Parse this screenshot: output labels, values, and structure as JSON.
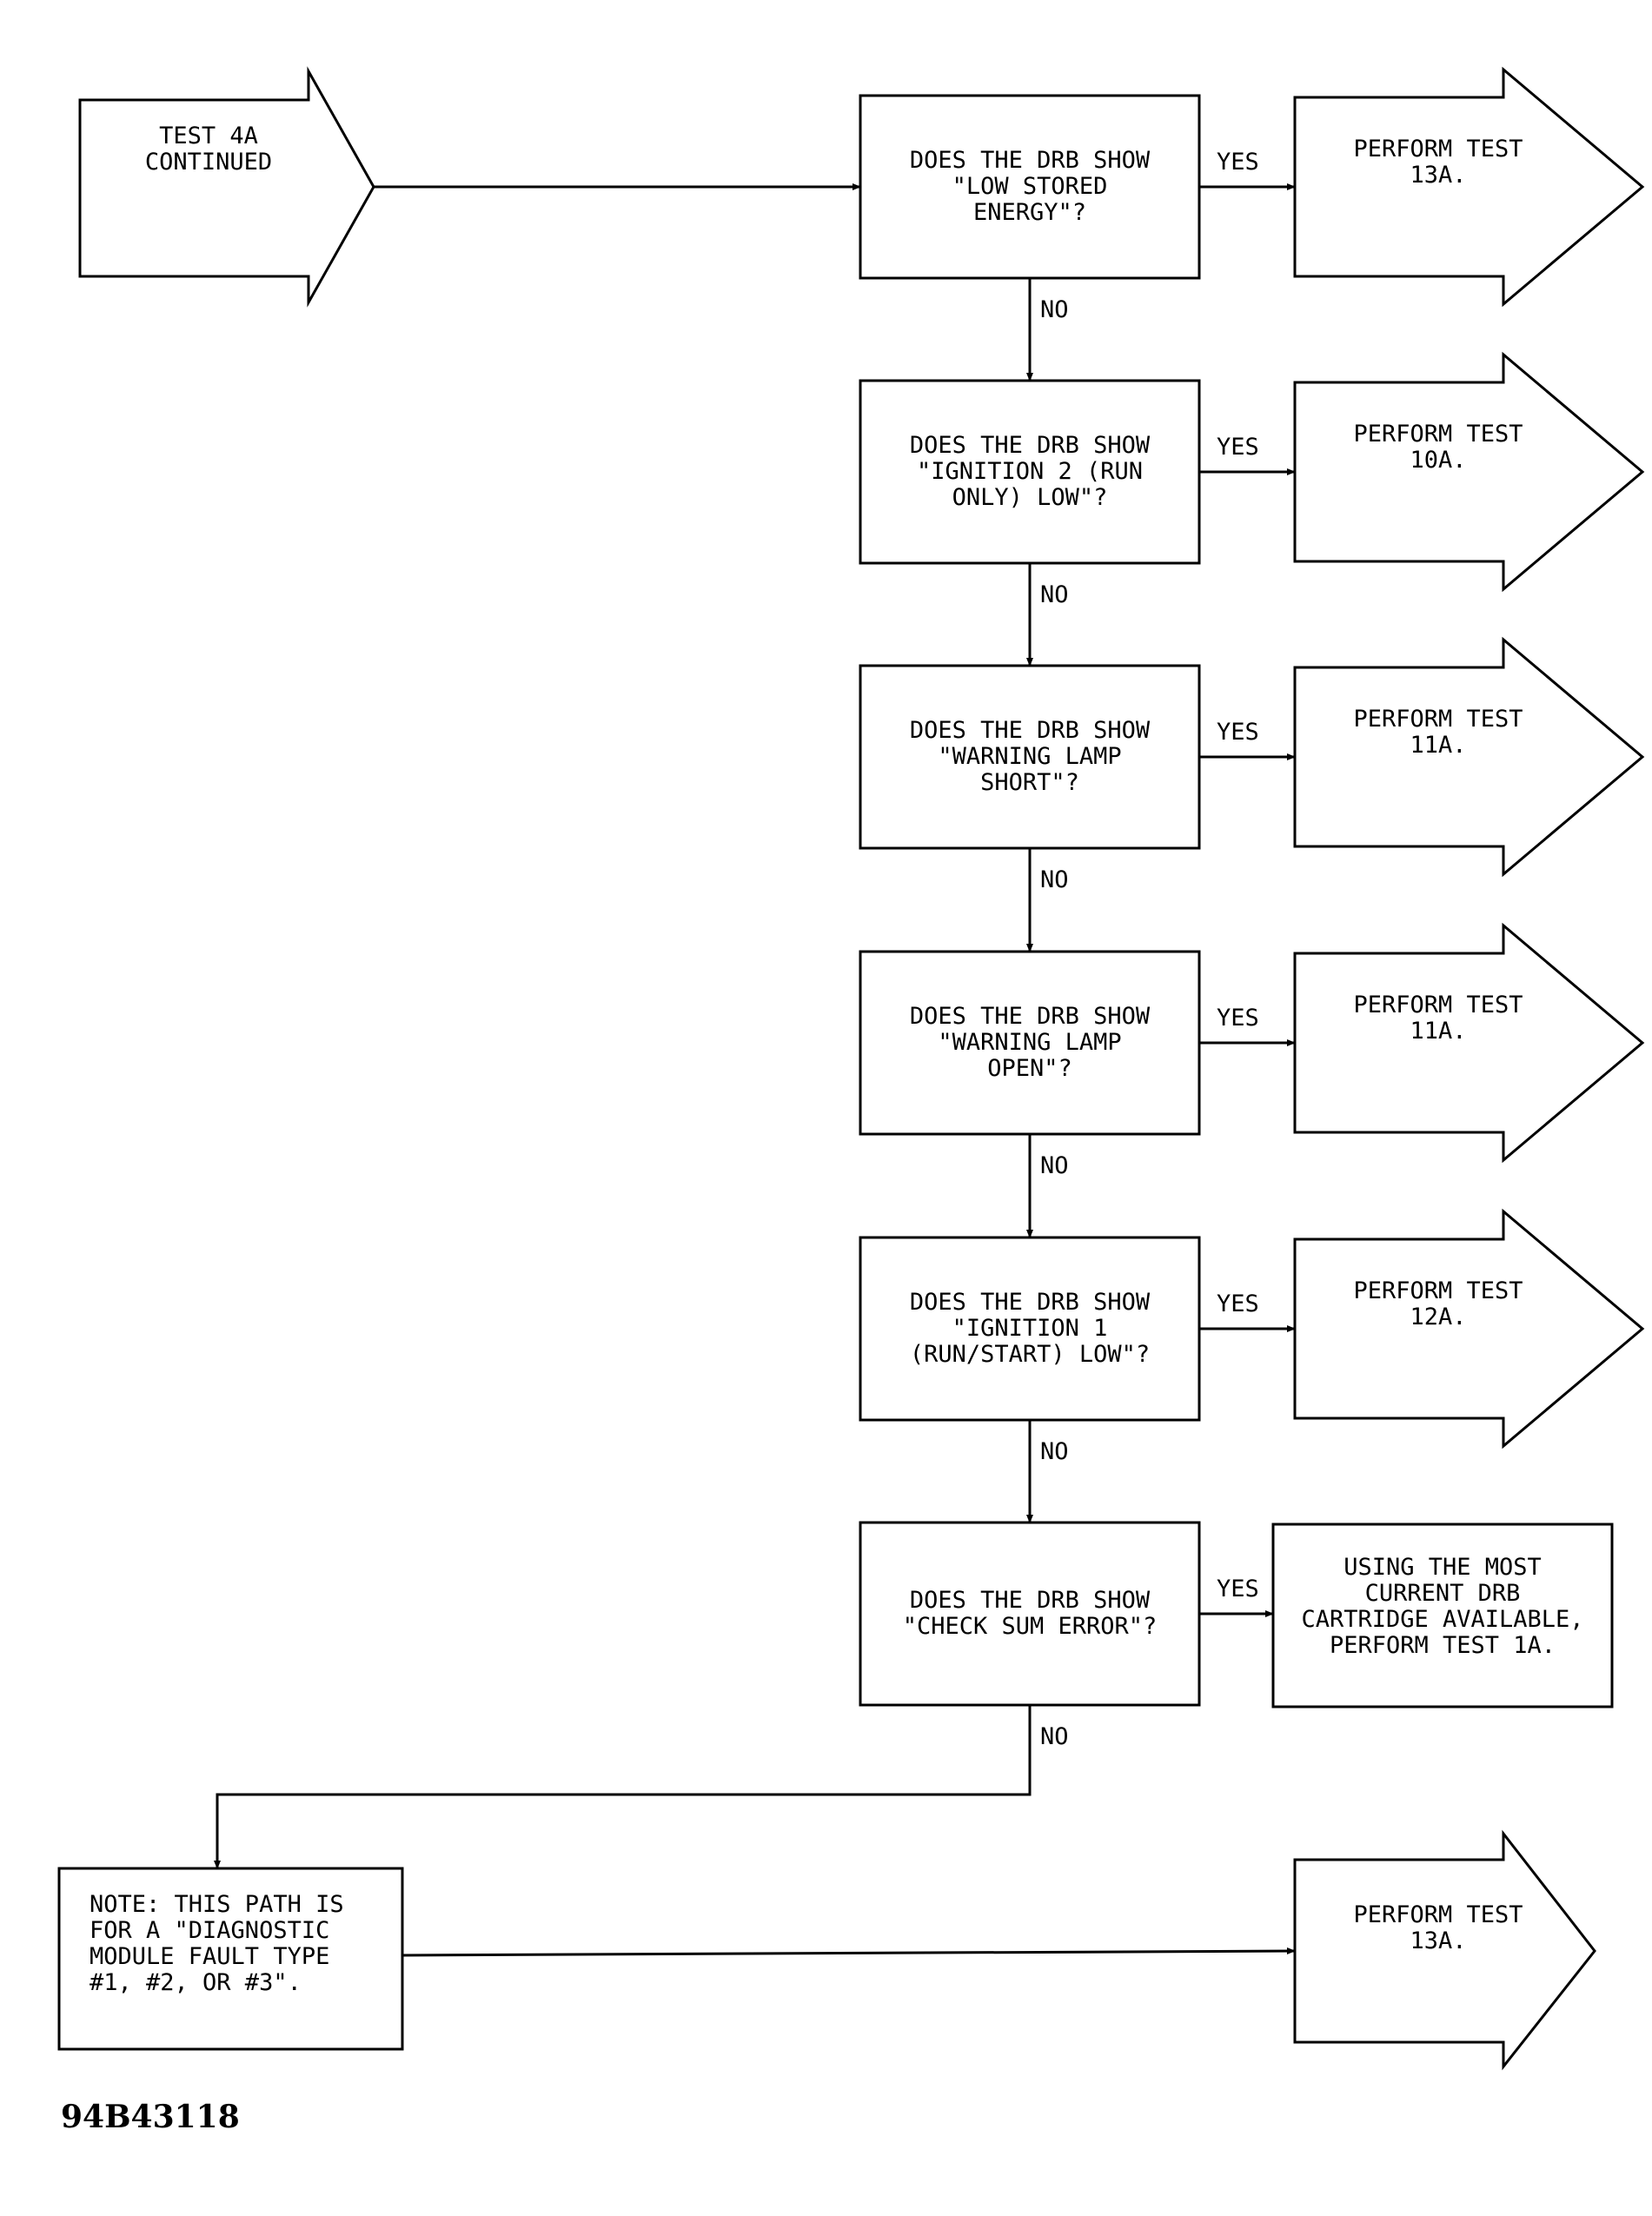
{
  "start": {
    "lines": [
      "TEST 4A",
      "CONTINUED"
    ]
  },
  "decisions": [
    {
      "lines": [
        "DOES THE DRB SHOW",
        "\"LOW STORED",
        "ENERGY\"?"
      ],
      "yes_label": "YES",
      "no_label": "NO",
      "result": [
        "PERFORM TEST",
        "13A."
      ]
    },
    {
      "lines": [
        "DOES THE DRB SHOW",
        "\"IGNITION 2 (RUN",
        "ONLY) LOW\"?"
      ],
      "yes_label": "YES",
      "no_label": "NO",
      "result": [
        "PERFORM TEST",
        "10A."
      ]
    },
    {
      "lines": [
        "DOES THE DRB SHOW",
        "\"WARNING LAMP",
        "SHORT\"?"
      ],
      "yes_label": "YES",
      "no_label": "NO",
      "result": [
        "PERFORM TEST",
        "11A."
      ]
    },
    {
      "lines": [
        "DOES THE DRB SHOW",
        "\"WARNING LAMP",
        "OPEN\"?"
      ],
      "yes_label": "YES",
      "no_label": "NO",
      "result": [
        "PERFORM TEST",
        "11A."
      ]
    },
    {
      "lines": [
        "DOES THE DRB SHOW",
        "\"IGNITION 1",
        "(RUN/START) LOW\"?"
      ],
      "yes_label": "YES",
      "no_label": "NO",
      "result": [
        "PERFORM TEST",
        "12A."
      ]
    },
    {
      "lines": [
        "DOES THE DRB SHOW",
        "\"CHECK SUM ERROR\"?"
      ],
      "yes_label": "YES",
      "no_label": "NO",
      "result": [
        "USING THE MOST",
        "CURRENT DRB",
        "CARTRIDGE AVAILABLE,",
        "PERFORM TEST 1A."
      ]
    }
  ],
  "note": {
    "lines": [
      "NOTE: THIS PATH IS",
      "FOR A \"DIAGNOSTIC",
      "MODULE FAULT TYPE",
      "#1, #2, OR #3\"."
    ]
  },
  "final_result": {
    "lines": [
      "PERFORM TEST",
      "13A."
    ]
  },
  "figure_id": "94B43118"
}
